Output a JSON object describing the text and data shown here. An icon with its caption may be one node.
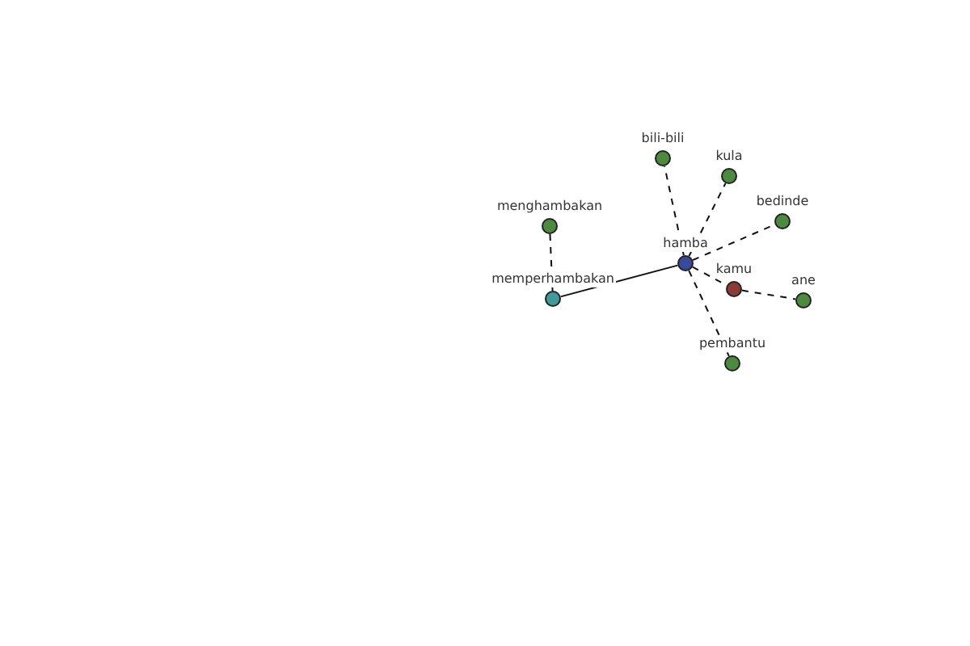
{
  "diagram": {
    "nodes": [
      {
        "text": [
          "hamba"
        ]
      },
      {
        "text": [
          "bili-bili"
        ]
      },
      {
        "text": [
          "kula"
        ]
      },
      {
        "text": [
          "bedinde"
        ]
      },
      {
        "text": [
          "kamu"
        ]
      },
      {
        "text": [
          "ane"
        ]
      },
      {
        "text": [
          "pembantu"
        ]
      },
      {
        "text": [
          "menghambakan"
        ]
      },
      {
        "text": [
          "memperhambakan"
        ]
      }
    ],
    "edges": [
      {
        "from": 0,
        "to": 1,
        "arrow": "none",
        "style": "dashed"
      },
      {
        "from": 0,
        "to": 2,
        "arrow": "none",
        "style": "dashed"
      },
      {
        "from": 0,
        "to": 3,
        "arrow": "none",
        "style": "dashed"
      },
      {
        "from": 0,
        "to": 4,
        "arrow": "none",
        "style": "dashed"
      },
      {
        "from": 4,
        "to": 5,
        "arrow": "none",
        "style": "dashed"
      },
      {
        "from": 0,
        "to": 6,
        "arrow": "none",
        "style": "dashed"
      },
      {
        "from": 0,
        "to": 8,
        "arrow": "none"
      },
      {
        "from": 7,
        "to": 8,
        "arrow": "none",
        "style": "dashed"
      }
    ]
  }
}
